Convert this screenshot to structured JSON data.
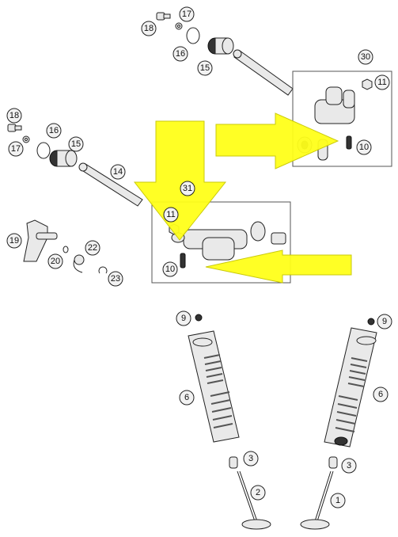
{
  "callouts": {
    "c18a": "18",
    "c17a": "17",
    "c16a": "16",
    "c15a": "15",
    "c30": "30",
    "c11a": "11",
    "c10a": "10",
    "c18b": "18",
    "c17b": "17",
    "c16b": "16",
    "c15b": "15",
    "c14": "14",
    "c31": "31",
    "c11b": "11",
    "c10b": "10",
    "c19": "19",
    "c20": "20",
    "c22": "22",
    "c23": "23",
    "c9a": "9",
    "c9b": "9",
    "c6a": "6",
    "c6b": "6",
    "c3a": "3",
    "c3b": "3",
    "c2": "2",
    "c1": "1"
  },
  "colors": {
    "highlight_arrow": "#ffff1a",
    "part_fill": "#e9e9e9",
    "outline": "#222222"
  }
}
